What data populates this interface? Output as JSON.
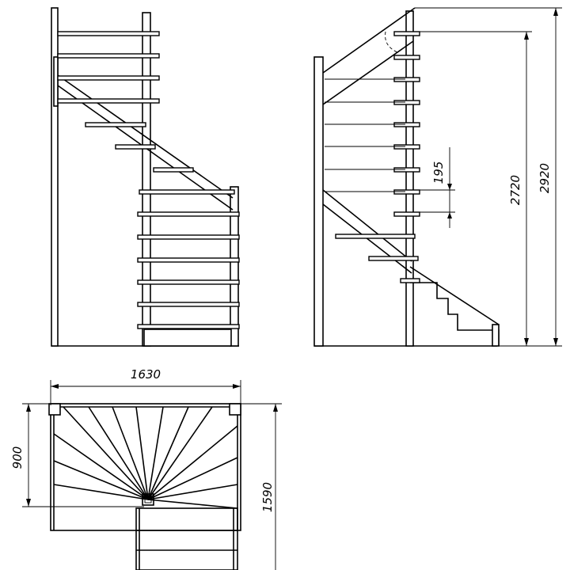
{
  "drawing": {
    "views": [
      "front-elevation",
      "side-elevation",
      "plan"
    ],
    "stroke_color": "#000000",
    "background": "#ffffff"
  },
  "dimensions": {
    "riser_height": "195",
    "floor_to_landing_step": "2720",
    "total_height": "2920",
    "plan_width": "1630",
    "plan_depth": "1590",
    "wall_offset": "900"
  }
}
